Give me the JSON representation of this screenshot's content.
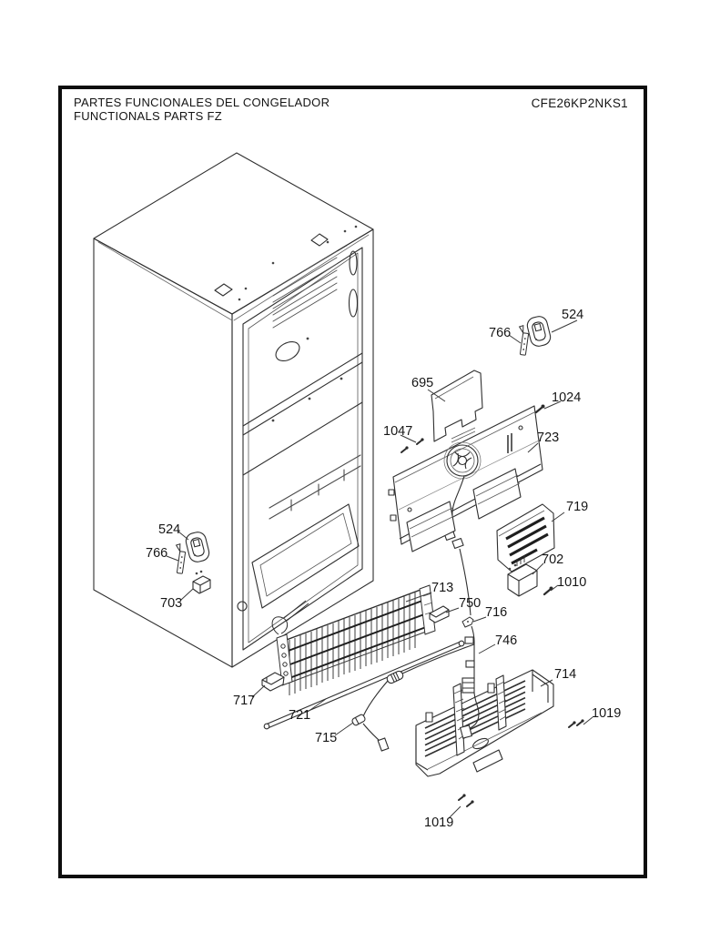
{
  "header": {
    "title_line1": "PARTES FUNCIONALES DEL CONGELADOR",
    "title_line2": "FUNCTIONALS PARTS FZ",
    "model": "CFE26KP2NKS1"
  },
  "labels": {
    "tr_524": "524",
    "tr_766": "766",
    "n_695": "695",
    "n_1024": "1024",
    "n_1047": "1047",
    "n_723": "723",
    "n_719": "719",
    "n_702": "702",
    "n_1010": "1010",
    "n_713": "713",
    "n_750": "750",
    "n_716": "716",
    "n_746": "746",
    "n_714": "714",
    "r_1019": "1019",
    "l_524": "524",
    "l_766": "766",
    "n_703": "703",
    "n_717": "717",
    "n_721": "721",
    "n_715": "715",
    "b_1019": "1019"
  }
}
